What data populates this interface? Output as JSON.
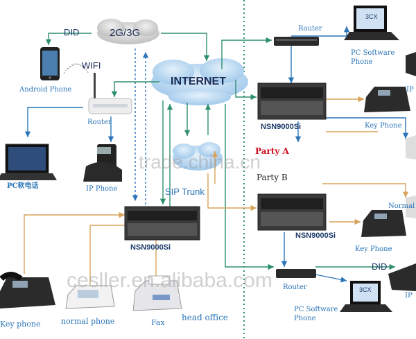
{
  "labels": {
    "did_top": "DID",
    "mobile_net": "2G/3G",
    "wifi": "WIFI",
    "android_phone": "Android Phone",
    "internet": "INTERNET",
    "router_left": "Router",
    "pc_softphone_left": "PC软电话",
    "ip_phone_left": "IP Phone",
    "sip_trunk": "SIP Trunk",
    "nsn_main": "NSN9000Si",
    "key_phone_left": "Key phone",
    "normal_phone": "normal phone",
    "fax": "Fax",
    "head_office": "head office",
    "router_right_top": "Router",
    "pc_software_phone_top": "PC Software\nPhone",
    "nsn_right_a": "NSN9000Si",
    "key_phone_right_top": "Key Phone",
    "party_a": "Party A",
    "party_b": "Party B",
    "nsn_right_b": "NSN9000Si",
    "normal_right": "Normal",
    "key_phone_right_bottom": "Key Phone",
    "did_bottom": "DID",
    "router_right_bottom": "Router",
    "pc_software_phone_bottom": "PC Software\nPhone",
    "ip_right_top": "IP",
    "ip_right_bottom": "IP",
    "jcx": "3CX"
  },
  "watermarks": {
    "trade": "trade.china.cn",
    "cesller": "cesller.en.alibaba.com"
  },
  "colors": {
    "arrow_green": "#2f8f6f",
    "arrow_blue": "#2a74b8",
    "arrow_orange": "#d8a35a",
    "cloud_fill": "#b8d8f2",
    "cloud_text": "#1a2a55",
    "dotted_divider": "#2f8f6f",
    "party_text": "#cc1122"
  }
}
